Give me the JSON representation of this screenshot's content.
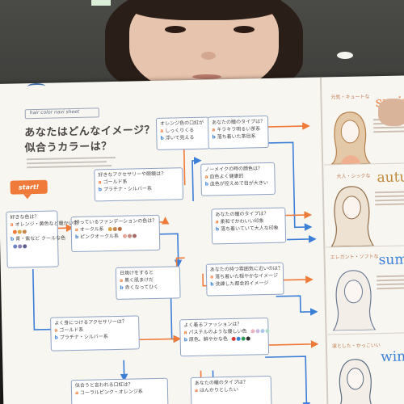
{
  "scene": {
    "title_line1": "あなたはどんなイメージ？",
    "title_line2": "似合うカラーは？",
    "subtitle": "hair color navi sheet",
    "start_label": "start!"
  },
  "flow": [
    {
      "id": "q-orange",
      "question": "オレンジ色の口紅が",
      "a": "しっくりくる",
      "b": "浮いて見える"
    },
    {
      "id": "q-eyes-1",
      "question": "あなたの瞳のタイプは？",
      "a": "キラキラ明るい茶系",
      "b": "落ち着いた茶目系"
    },
    {
      "id": "q-nomake",
      "question": "ノーメイクの時の顔色は？",
      "a": "血色よく健康的",
      "b": "血色が控えめで目が大きい"
    },
    {
      "id": "q-accessory",
      "question": "好きなアクセサリーや眼鏡は？",
      "a": "ゴールド系",
      "b": "プラチナ・シルバー系"
    },
    {
      "id": "q-foundation",
      "question": "持っているファンデーションの色は？",
      "a": "オークル系",
      "b": "ピンクオークル系"
    },
    {
      "id": "q-eyes-2",
      "question": "あなたの瞳のタイプは？",
      "a": "柔和でかわいい印象",
      "b": "落ち着いていて大人な印象"
    },
    {
      "id": "q-fav",
      "question": "好きな色は？",
      "a": "オレンジ・黄色など暖かい色",
      "b": "青・紫など クールな色"
    },
    {
      "id": "q-sun",
      "question": "日焼けをすると",
      "a": "黒く肌まけだ",
      "b": "赤くなってひく"
    },
    {
      "id": "q-image",
      "question": "あなたの持つ雰囲気に近いのは？",
      "a": "落ち着いた穏やかなイメージ",
      "b": "洗練した都会的イメージ"
    },
    {
      "id": "q-acc2",
      "question": "よく身につけるアクセサリーは？",
      "a": "ゴールド系",
      "b": "プラチナ・シルバー系"
    },
    {
      "id": "q-fashion",
      "question": "よく着るファッションは？",
      "a": "パステルのような優しい色",
      "b": "原色。鮮やかな色"
    },
    {
      "id": "q-lip",
      "question": "似合うと言われる口紅は？",
      "a": "コーラルピンク・オレンジ系",
      "b": ""
    },
    {
      "id": "q-eyes-3",
      "question": "あなたの瞳のタイプは？",
      "a": "はんかりとしたい",
      "b": ""
    }
  ],
  "types": [
    {
      "label": "元気・キュートな",
      "season": "spring",
      "color": "#ef7a3a"
    },
    {
      "label": "大人・シックな",
      "season": "autumn",
      "color": "#c0883a"
    },
    {
      "label": "エレガント・ソフトな",
      "season": "summer",
      "color": "#3b7fd6"
    },
    {
      "label": "凛とした・かっこいい",
      "season": "winter",
      "color": "#3b7fd6"
    }
  ],
  "colors": {
    "orange": "#ef7a3a",
    "blue": "#3b7fd6",
    "box_border": "#8ea2c4",
    "paper": "#f8f6f1",
    "warm_dots": [
      "#d9a441",
      "#c9854b",
      "#b96b3e",
      "#8a6a4d"
    ],
    "cool_dots": [
      "#c67fa6",
      "#8a7fb8",
      "#6d86c7",
      "#5f5f8f"
    ]
  }
}
